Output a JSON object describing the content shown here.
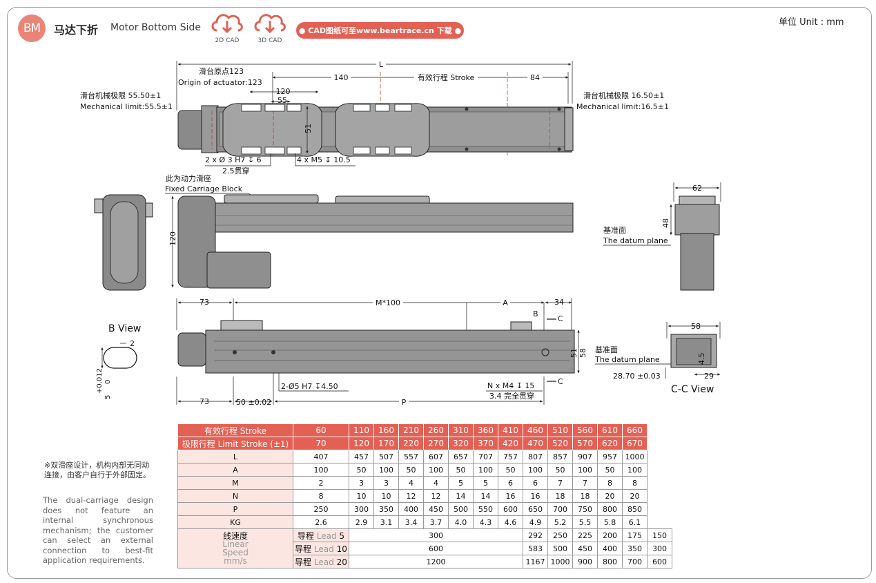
{
  "header": {
    "badge": "BM",
    "title_cn": "马达下折",
    "title_en": "Motor Bottom Side",
    "cad2d_label": "2D CAD",
    "cad3d_label": "3D CAD",
    "download_text": "● CAD图纸可至www.beartrace.cn 下载 ●",
    "unit_text": "单位 Unit : mm"
  },
  "drawing": {
    "dim_L": "L",
    "origin_cn": "滑台原点123",
    "origin_en": "Origin of actuator:123",
    "dim_140": "140",
    "stroke_label": "有效行程 Stroke",
    "dim_84": "84",
    "mech_left_cn": "滑台机械极限 55.50±1",
    "mech_left_en": "Mechanical limit:55.5±1",
    "mech_right_cn": "滑台机械极限 16.50±1",
    "mech_right_en": "Mechanical limit:16.5±1",
    "dim_120": "120",
    "dim_55": "55",
    "dim_51": "51",
    "pin_hole": "2 x Ø 3 H7 ↧ 6",
    "pin_through": "2.5贯穿",
    "screw_hole": "4 x M5 ↧ 10.5",
    "fixed_cn": "此为动力滑座",
    "fixed_en": "Fixed Carriage Block",
    "dim_120_side": "120",
    "dim_62": "62",
    "dim_48": "48",
    "datum_cn": "基准面",
    "datum_en": "The datum plane",
    "dim_73": "73",
    "dim_M100": "M*100",
    "dim_A": "A",
    "dim_34": "34",
    "label_B": "B",
    "label_C": "C",
    "b_view": "B View",
    "dim_2": "2",
    "tol_b": "+0.012",
    "tol_b2": "0",
    "dim_5": "5",
    "dim_51b": "51",
    "dim_58b": "58",
    "dim_73b": "73",
    "dim_50": "50 ±0.02",
    "pin_hole_b": "2-Ø5 H7 ↧4.50",
    "nm4": "N x M4 ↧ 15",
    "nm4_through": "3.4 完全贯穿",
    "dim_P": "P",
    "dim_58c": "58",
    "dim_45": "4.5",
    "dim_2870": "28.70 ±0.03",
    "dim_29": "29",
    "cc_view": "C-C View"
  },
  "notes": {
    "cn": "※双滑座设计，机构内部无同动连接，由客户自行于外部固定。",
    "en": "The dual-carriage design does not feature an internal synchronous mechanism; the customer can select an external connection to best-fit application requirements."
  },
  "table": {
    "stroke_label": "有效行程  Stroke",
    "stroke": [
      "60",
      "110",
      "160",
      "210",
      "260",
      "310",
      "360",
      "410",
      "460",
      "510",
      "560",
      "610",
      "660"
    ],
    "limit_label": "极限行程  Limit Stroke (±1)",
    "limit": [
      "70",
      "120",
      "170",
      "220",
      "270",
      "320",
      "370",
      "420",
      "470",
      "520",
      "570",
      "620",
      "670"
    ],
    "rows": [
      {
        "label": "L",
        "values": [
          "407",
          "457",
          "507",
          "557",
          "607",
          "657",
          "707",
          "757",
          "807",
          "857",
          "907",
          "957",
          "1000"
        ]
      },
      {
        "label": "A",
        "values": [
          "100",
          "50",
          "100",
          "50",
          "100",
          "50",
          "100",
          "50",
          "100",
          "50",
          "100",
          "50",
          "100"
        ]
      },
      {
        "label": "M",
        "values": [
          "2",
          "3",
          "3",
          "4",
          "4",
          "5",
          "5",
          "6",
          "6",
          "7",
          "7",
          "8",
          "8"
        ]
      },
      {
        "label": "N",
        "values": [
          "8",
          "10",
          "10",
          "12",
          "12",
          "14",
          "14",
          "16",
          "16",
          "18",
          "18",
          "20",
          "20"
        ]
      },
      {
        "label": "P",
        "values": [
          "250",
          "300",
          "350",
          "400",
          "450",
          "500",
          "550",
          "600",
          "650",
          "700",
          "750",
          "800",
          "850"
        ]
      },
      {
        "label": "KG",
        "values": [
          "2.6",
          "2.9",
          "3.1",
          "3.4",
          "3.7",
          "4.0",
          "4.3",
          "4.6",
          "4.9",
          "5.2",
          "5.5",
          "5.8",
          "6.1"
        ]
      }
    ],
    "speed_cn": "线速度",
    "speed_en1": "Linear",
    "speed_en2": "Speed",
    "speed_unit": "mm/s",
    "leads": [
      {
        "cn": "导程",
        "en": "Lead",
        "num": "5",
        "low": "300",
        "values": [
          "292",
          "250",
          "225",
          "200",
          "175",
          "150"
        ]
      },
      {
        "cn": "导程",
        "en": "Lead",
        "num": "10",
        "low": "600",
        "values": [
          "583",
          "500",
          "450",
          "400",
          "350",
          "300"
        ]
      },
      {
        "cn": "导程",
        "en": "Lead",
        "num": "20",
        "low": "1200",
        "values": [
          "1167",
          "1000",
          "900",
          "800",
          "700",
          "600"
        ]
      }
    ]
  }
}
